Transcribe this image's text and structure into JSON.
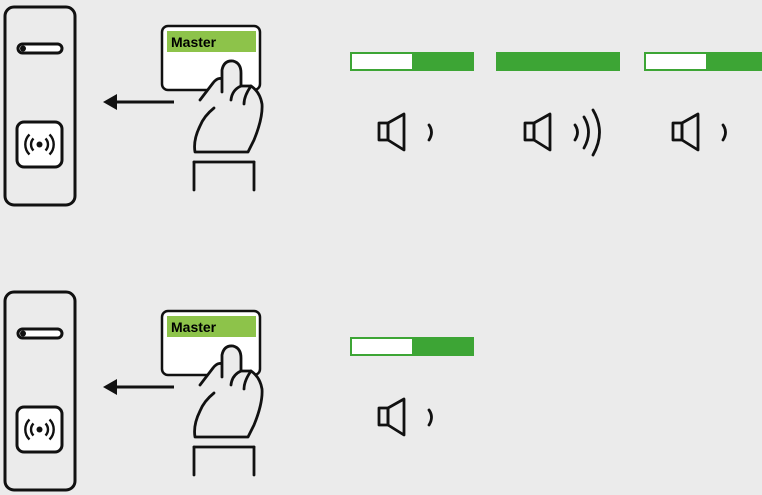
{
  "colors": {
    "background": "#ebebeb",
    "card_strip": "#8dc34a",
    "led_green": "#3da535",
    "led_off": "#ffffff",
    "outline": "#111111"
  },
  "sequences": [
    {
      "card_label": "Master",
      "signals": [
        {
          "led": "half-green",
          "led_green_fraction": 0.5,
          "sound": "short",
          "icon": "speaker-one-wave-icon"
        },
        {
          "led": "full-green",
          "led_green_fraction": 1.0,
          "sound": "long",
          "icon": "speaker-two-waves-icon"
        },
        {
          "led": "half-green",
          "led_green_fraction": 0.5,
          "sound": "short",
          "icon": "speaker-one-wave-icon"
        }
      ]
    },
    {
      "card_label": "Master",
      "signals": [
        {
          "led": "half-green",
          "led_green_fraction": 0.5,
          "sound": "short",
          "icon": "speaker-one-wave-icon"
        }
      ]
    }
  ]
}
